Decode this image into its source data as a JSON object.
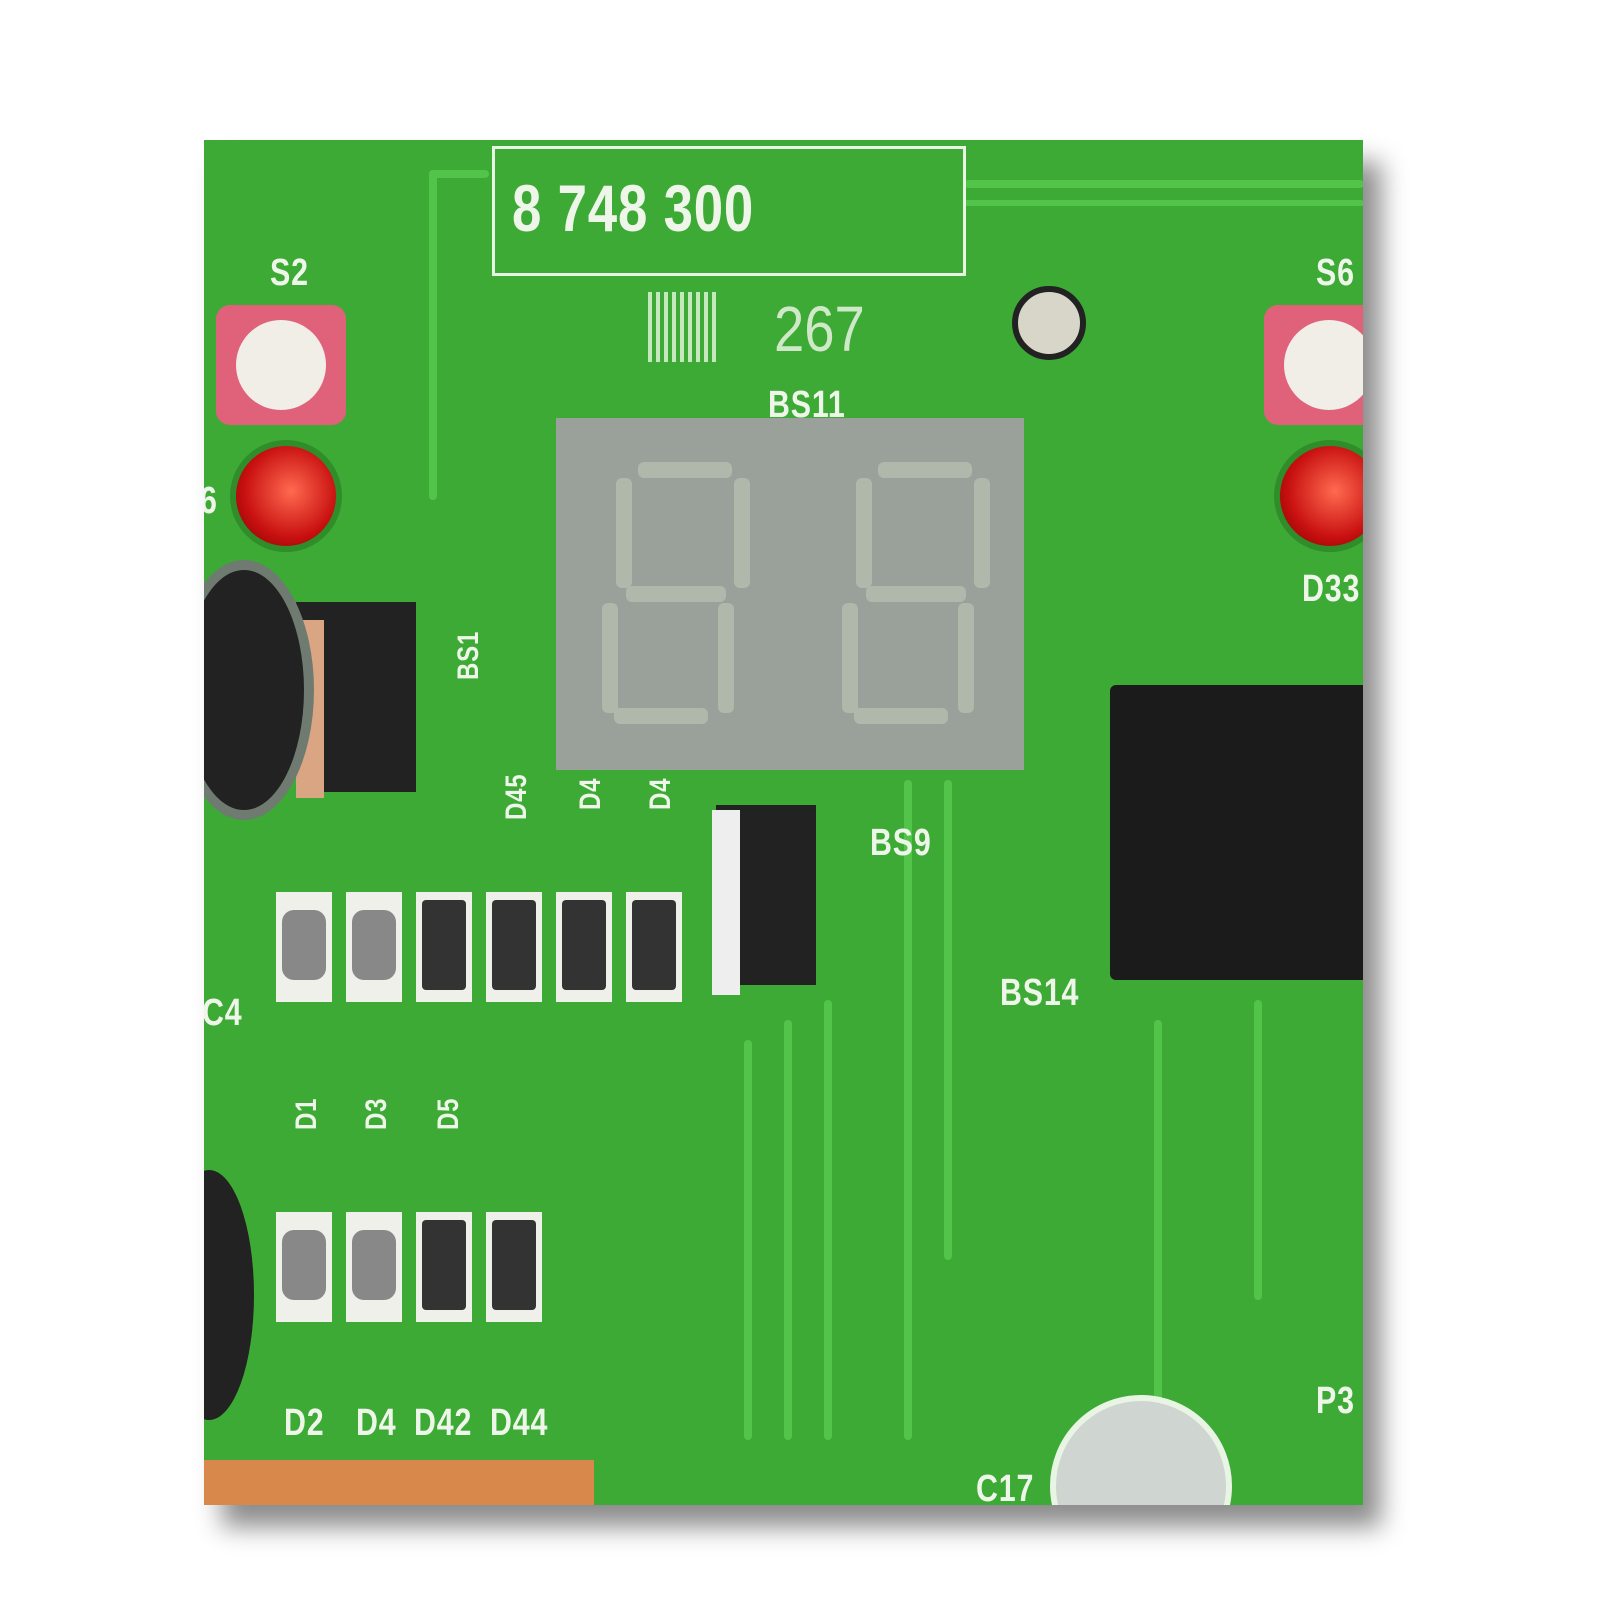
{
  "board": {
    "part_number": "8 748 300",
    "batch_code": "267",
    "labels": {
      "s2": "S2",
      "s6": "S6",
      "bs11": "BS11",
      "bs1": "BS1",
      "bs9": "BS9",
      "bs14": "BS14",
      "d45": "D45",
      "d4_top_a": "D4",
      "d4_top_b": "D4",
      "d1": "D1",
      "d3": "D3",
      "d5": "D5",
      "d2": "D2",
      "d4": "D4",
      "d42": "D42",
      "d44": "D44",
      "d33": "D33",
      "c4": "C4",
      "c17": "C17",
      "p3": "P3",
      "edge_6": "6"
    },
    "colors": {
      "pcb": "#3daa35",
      "display": "#9aa19a",
      "led": "#d01818",
      "button": "#e0627a"
    }
  }
}
